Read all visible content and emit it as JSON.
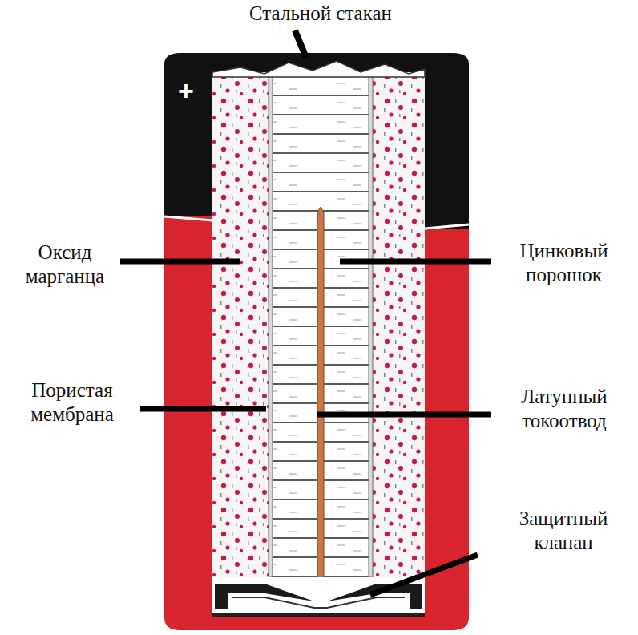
{
  "diagram": {
    "labels": [
      "Стальной стакан",
      "+",
      "Оксид марганца",
      "Цинковый порошок",
      "Пористая мембрана",
      "Латунный токоотвод",
      "Защитный клапан"
    ]
  }
}
